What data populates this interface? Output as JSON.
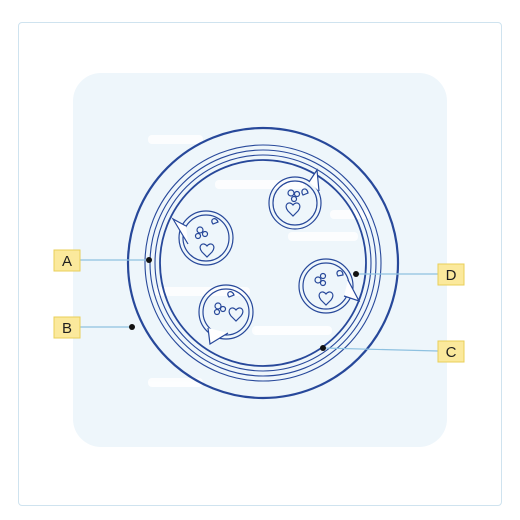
{
  "diagram": {
    "labels": {
      "a": "A",
      "b": "B",
      "c": "C",
      "d": "D"
    }
  },
  "colors": {
    "stroke": "#27489a",
    "leader": "#8ec1e0",
    "label_fill": "#fbe99c",
    "label_border": "#e8cf58",
    "panel": "#eef6fb"
  }
}
